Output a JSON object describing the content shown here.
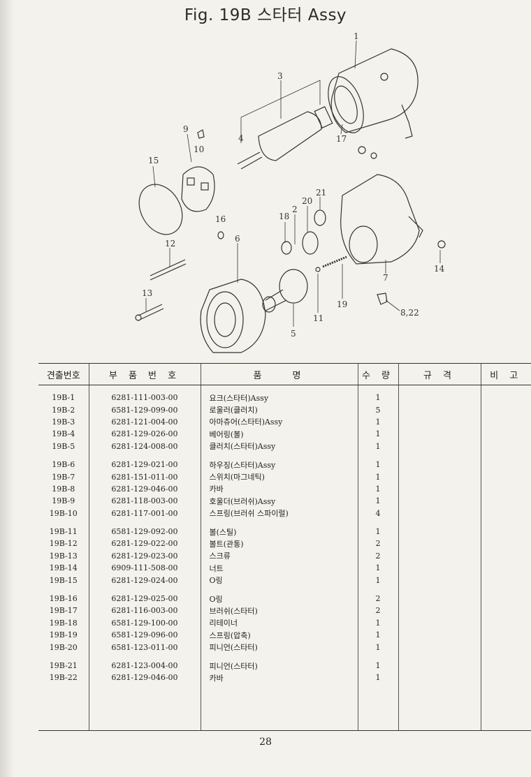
{
  "title": "Fig. 19B  스타터 Assy",
  "callouts": {
    "c1": "1",
    "c3": "3",
    "c4": "4",
    "c9": "9",
    "c10": "10",
    "c15": "15",
    "c17": "17",
    "c16": "16",
    "c12": "12",
    "c6": "6",
    "c18": "18",
    "c2": "2",
    "c20": "20",
    "c21": "21",
    "c7": "7",
    "c14": "14",
    "c13": "13",
    "c5": "5",
    "c11": "11",
    "c19": "19",
    "c822": "8,22"
  },
  "table": {
    "headers": [
      "견출번호",
      "부 품 번 호",
      "품　　명",
      "수 량",
      "규 격",
      "비 고"
    ],
    "rows": [
      {
        "ref": "19B-1",
        "part": "6281-111-003-00",
        "name": "요크(스타터)Assy",
        "qty": "1"
      },
      {
        "ref": "19B-2",
        "part": "6581-129-099-00",
        "name": "로울러(클러치)",
        "qty": "5"
      },
      {
        "ref": "19B-3",
        "part": "6281-121-004-00",
        "name": "아마츄어(스타터)Assy",
        "qty": "1"
      },
      {
        "ref": "19B-4",
        "part": "6281-129-026-00",
        "name": "베어링(볼)",
        "qty": "1"
      },
      {
        "ref": "19B-5",
        "part": "6281-124-008-00",
        "name": "클러치(스타터)Assy",
        "qty": "1"
      },
      {
        "ref": "19B-6",
        "part": "6281-129-021-00",
        "name": "하우징(스타터)Assy",
        "qty": "1"
      },
      {
        "ref": "19B-7",
        "part": "6281-151-011-00",
        "name": "스위치(마그네틱)",
        "qty": "1"
      },
      {
        "ref": "19B-8",
        "part": "6281-129-046-00",
        "name": "카바",
        "qty": "1"
      },
      {
        "ref": "19B-9",
        "part": "6281-118-003-00",
        "name": "호울더(브러쉬)Assy",
        "qty": "1"
      },
      {
        "ref": "19B-10",
        "part": "6281-117-001-00",
        "name": "스프링(브러쉬 스파이럴)",
        "qty": "4"
      },
      {
        "ref": "19B-11",
        "part": "6581-129-092-00",
        "name": "볼(스틸)",
        "qty": "1"
      },
      {
        "ref": "19B-12",
        "part": "6281-129-022-00",
        "name": "볼트(관통)",
        "qty": "2"
      },
      {
        "ref": "19B-13",
        "part": "6281-129-023-00",
        "name": "스크류",
        "qty": "2"
      },
      {
        "ref": "19B-14",
        "part": "6909-111-508-00",
        "name": "너트",
        "qty": "1"
      },
      {
        "ref": "19B-15",
        "part": "6281-129-024-00",
        "name": "O링",
        "qty": "1"
      },
      {
        "ref": "19B-16",
        "part": "6281-129-025-00",
        "name": "O링",
        "qty": "2"
      },
      {
        "ref": "19B-17",
        "part": "6281-116-003-00",
        "name": "브러쉬(스타터)",
        "qty": "2"
      },
      {
        "ref": "19B-18",
        "part": "6581-129-100-00",
        "name": "리테이너",
        "qty": "1"
      },
      {
        "ref": "19B-19",
        "part": "6581-129-096-00",
        "name": "스프링(압축)",
        "qty": "1"
      },
      {
        "ref": "19B-20",
        "part": "6581-123-011-00",
        "name": "피니언(스타터)",
        "qty": "1"
      },
      {
        "ref": "19B-21",
        "part": "6281-123-004-00",
        "name": "피니언(스타터)",
        "qty": "1"
      },
      {
        "ref": "19B-22",
        "part": "6281-129-046-00",
        "name": "카바",
        "qty": "1"
      }
    ]
  },
  "page_number": "28"
}
